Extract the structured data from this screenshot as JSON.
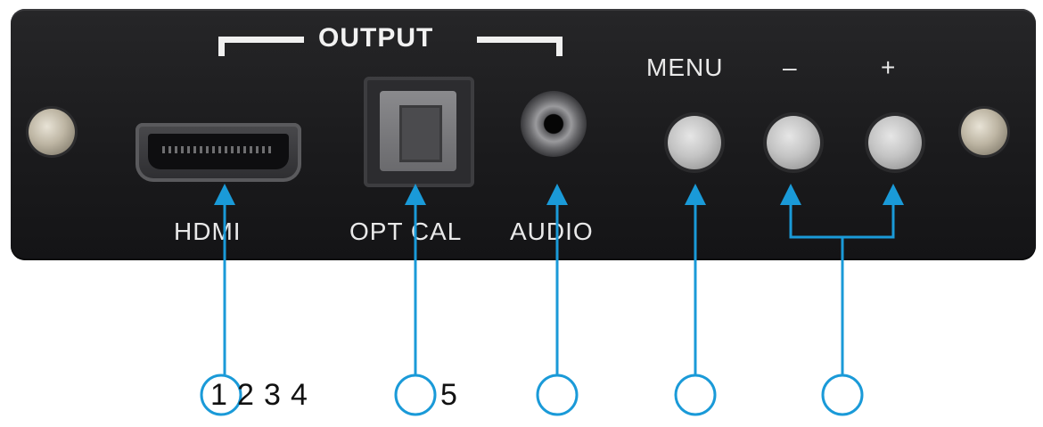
{
  "device": {
    "header": "OUTPUT",
    "ports": {
      "hdmi": "HDMI",
      "optical": "OPT CAL",
      "audio": "AUDIO"
    },
    "buttons": {
      "menu": "MENU",
      "minus": "–",
      "plus": "+"
    }
  },
  "callouts": {
    "hdmi_numbers": [
      "1",
      "2",
      "3",
      "4"
    ],
    "optical_number": "5"
  },
  "colors": {
    "callout_line": "#1a9ad8",
    "panel": "#1e1e20",
    "label": "#e9e9e9"
  }
}
